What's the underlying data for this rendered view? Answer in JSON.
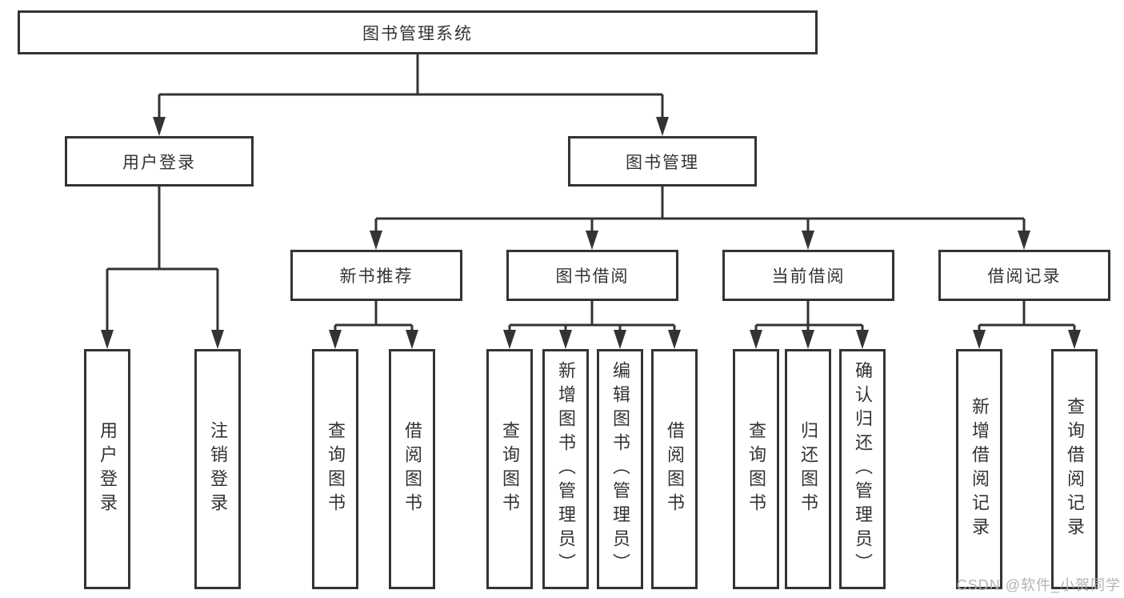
{
  "root": {
    "label": "图书管理系统"
  },
  "branches": [
    {
      "label": "用户登录",
      "children": [
        "用户登录",
        "注销登录"
      ]
    },
    {
      "label": "图书管理",
      "children": [
        {
          "label": "新书推荐",
          "children": [
            "查询图书",
            "借阅图书"
          ]
        },
        {
          "label": "图书借阅",
          "children": [
            "查询图书",
            "新增图书（管理员）",
            "编辑图书（管理员）",
            "借阅图书"
          ]
        },
        {
          "label": "当前借阅",
          "children": [
            "查询图书",
            "归还图书",
            "确认归还（管理员）"
          ]
        },
        {
          "label": "借阅记录",
          "children": [
            "新增借阅记录",
            "查询借阅记录"
          ]
        }
      ]
    }
  ],
  "colors": {
    "line": "#333333",
    "text": "#333333",
    "background": "#ffffff",
    "watermark": "#afafaf"
  },
  "watermark": "CSDN @软件_小贺同学"
}
